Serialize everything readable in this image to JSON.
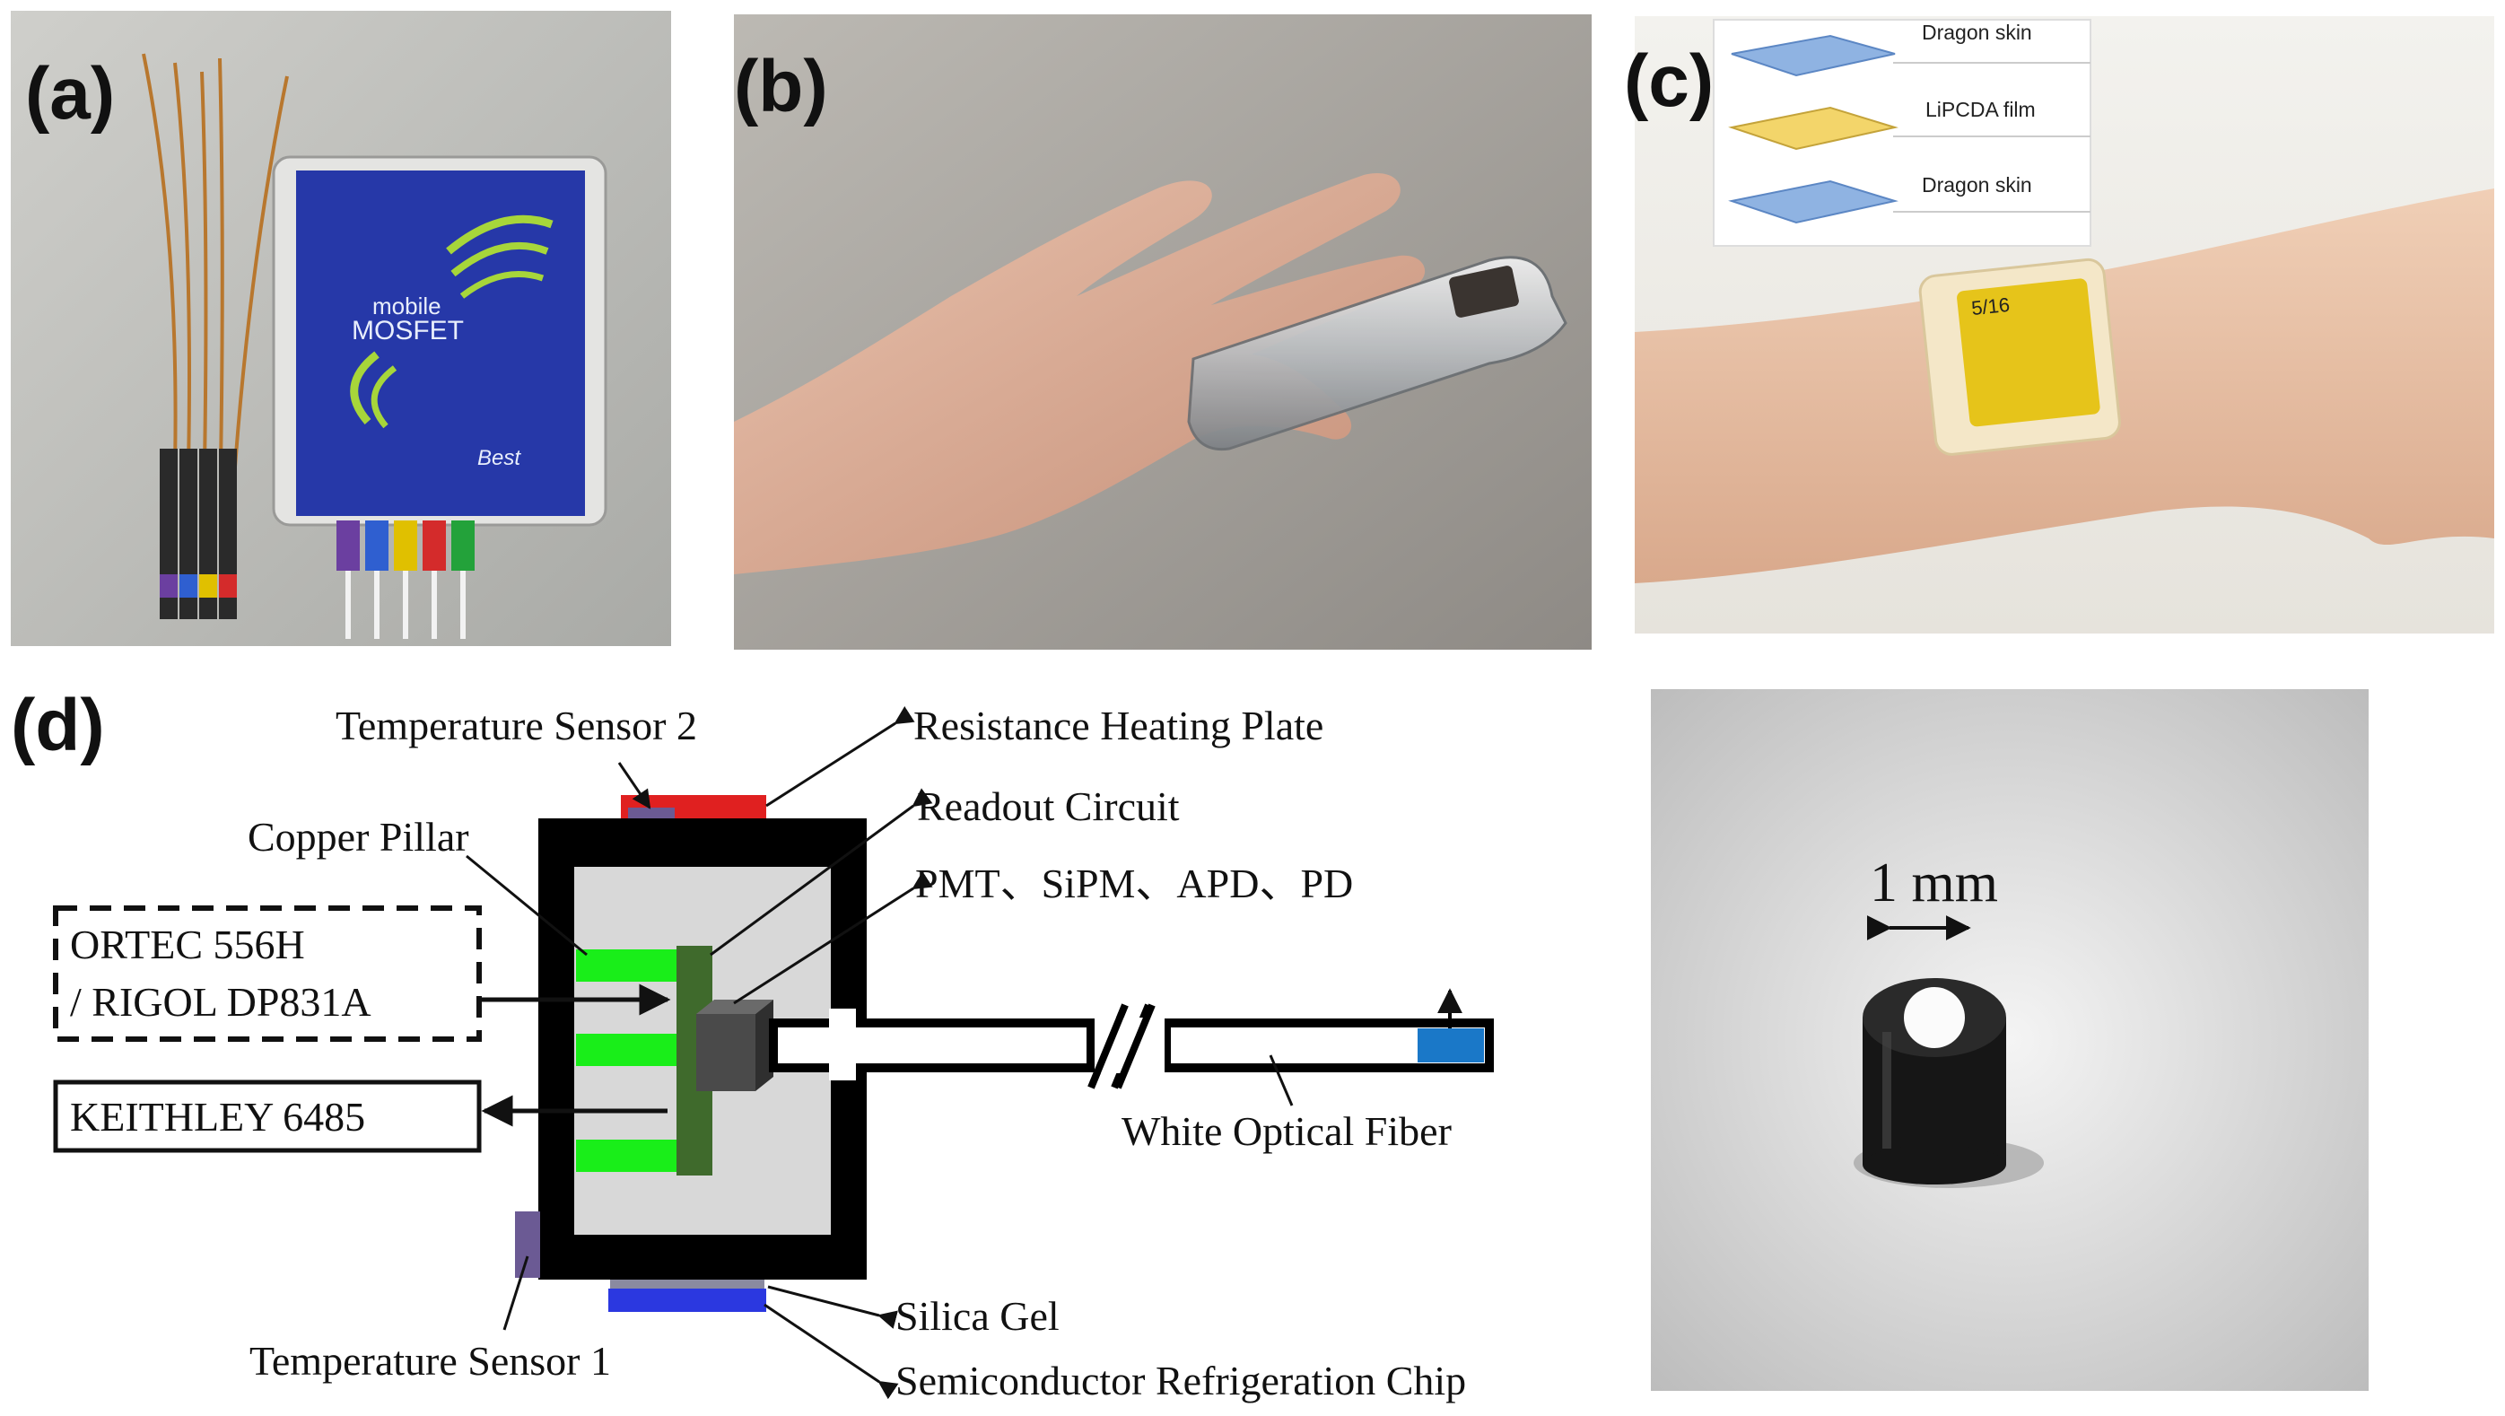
{
  "panels": {
    "a": {
      "label": "(a)",
      "device_text": {
        "line1": "mobile",
        "line2": "MOSFET",
        "brand": "Best"
      },
      "probe_colors": [
        "#6b3fa0",
        "#2f5fd0",
        "#e0c000",
        "#d42b2b",
        "#23a23a"
      ]
    },
    "b": {
      "label": "(b)"
    },
    "c": {
      "label": "(c)",
      "inset_layers": [
        "Dragon skin",
        "LiPCDA film",
        "Dragon skin"
      ],
      "patch_text": "5/16"
    },
    "d": {
      "label": "(d)",
      "instruments": {
        "power_supply_line1": "ORTEC 556H",
        "power_supply_line2": "/ RIGOL DP831A",
        "electrometer": "KEITHLEY 6485"
      },
      "labels": {
        "temp_sensor_2": "Temperature Sensor 2",
        "heating_plate": "Resistance Heating Plate",
        "readout_circuit": "Readout Circuit",
        "copper_pillar": "Copper Pillar",
        "photodetectors": "PMT、SiPM、APD、PD",
        "optical_fiber": "White Optical Fiber",
        "silica_gel": "Silica Gel",
        "temp_sensor_1": "Temperature Sensor 1",
        "refrigeration_chip": "Semiconductor Refrigeration Chip"
      }
    },
    "e": {
      "scale_label": "1 mm"
    }
  },
  "colors": {
    "heating_plate": "#e02020",
    "refrigeration_chip": "#2b38e0",
    "copper_pillar": "#19ee19",
    "readout_circuit": "#3f6a2c",
    "detector": "#4a4a4a",
    "fiber_tip": "#1a78c8",
    "temp_sensor": "#6b5a94",
    "silica_gel": "#8a8aa0",
    "housing": "#000000",
    "chamber": "#d8d8d8"
  }
}
